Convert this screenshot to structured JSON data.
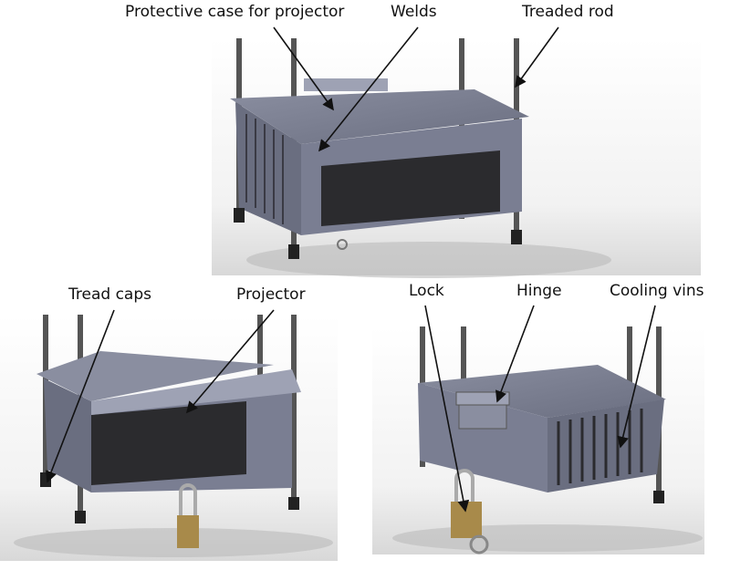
{
  "labels": {
    "case": "Protective case for projector",
    "welds": "Welds",
    "rod": "Treaded rod",
    "caps": "Tread caps",
    "projector": "Projector",
    "lock": "Lock",
    "hinge": "Hinge",
    "vins": "Cooling vins"
  },
  "colors": {
    "case": "#6e7286",
    "case_light": "#9ea2b4",
    "dark": "#2b2b2e",
    "rod": "#555",
    "brass": "#a88a4a"
  }
}
